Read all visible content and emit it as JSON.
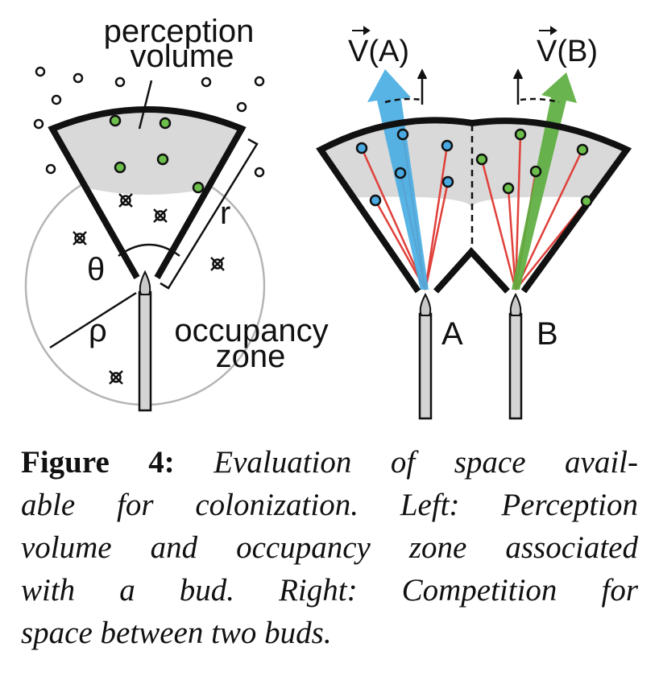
{
  "figure": {
    "left_panel": {
      "perception_label_line1": "perception",
      "perception_label_line2": "volume",
      "r_label": "r",
      "theta_label": "θ",
      "rho_label": "ρ",
      "occupancy_label_line1": "occupancy",
      "occupancy_label_line2": "zone"
    },
    "right_panel": {
      "vector_a_label": "V(A)",
      "vector_b_label": "V(B)",
      "bud_a_label": "A",
      "bud_b_label": "B"
    },
    "colors": {
      "perception_volume": "#d9d9d9",
      "occupancy_zone_outline": "#b5b5b5",
      "marker_green": "#6cbf4a",
      "marker_blue": "#49a9e0",
      "arrow_blue": "#4aaee3",
      "arrow_green": "#5cae3f",
      "ray_red": "#e0403a",
      "outline": "#111111"
    }
  },
  "caption": {
    "label": "Figure 4:",
    "line1": "Evaluation of space avail-",
    "line2": "able for colonization. Left: Perception",
    "line3": "volume and occupancy zone associated",
    "line4": "with a bud.  Right:  Competition for",
    "line5": "space between two buds."
  }
}
